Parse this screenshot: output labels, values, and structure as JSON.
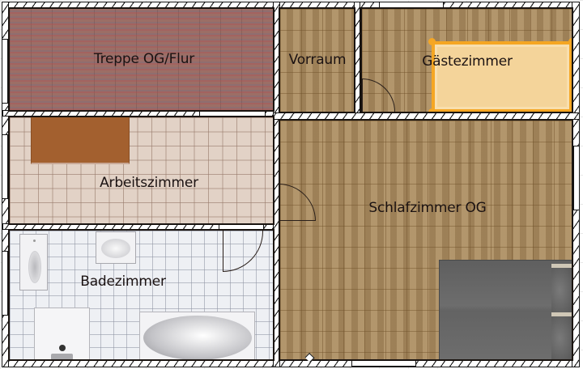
{
  "floorplan": {
    "rooms": [
      {
        "id": "treppe",
        "label": "Treppe OG/Flur",
        "floor": "red-brown laminate"
      },
      {
        "id": "vorraum",
        "label": "Vorraum",
        "floor": "wood"
      },
      {
        "id": "gaestezimmer",
        "label": "Gästezimmer",
        "floor": "wood"
      },
      {
        "id": "arbeitszimmer",
        "label": "Arbeitszimmer",
        "floor": "beige tile"
      },
      {
        "id": "schlafzimmer",
        "label": "Schlafzimmer OG",
        "floor": "wood"
      },
      {
        "id": "badezimmer",
        "label": "Badezimmer",
        "floor": "white tile"
      }
    ],
    "furniture": [
      {
        "id": "guest-bed",
        "room": "gaestezimmer",
        "selected": true,
        "selection_color": "#f5a623"
      },
      {
        "id": "desk",
        "room": "arbeitszimmer",
        "color": "#a3602f"
      },
      {
        "id": "double-bed",
        "room": "schlafzimmer",
        "color": "#6b6b6b"
      },
      {
        "id": "toilet",
        "room": "badezimmer"
      },
      {
        "id": "washbasin",
        "room": "badezimmer"
      },
      {
        "id": "shower-tray",
        "room": "badezimmer"
      },
      {
        "id": "bathtub",
        "room": "badezimmer"
      }
    ],
    "colors": {
      "wall_outline": "#111111",
      "selection": "#f5a623",
      "guest_bed_fill": "#f6d69b",
      "bed_gray": "#6b6b6b",
      "desk_brown": "#a3602f"
    }
  }
}
